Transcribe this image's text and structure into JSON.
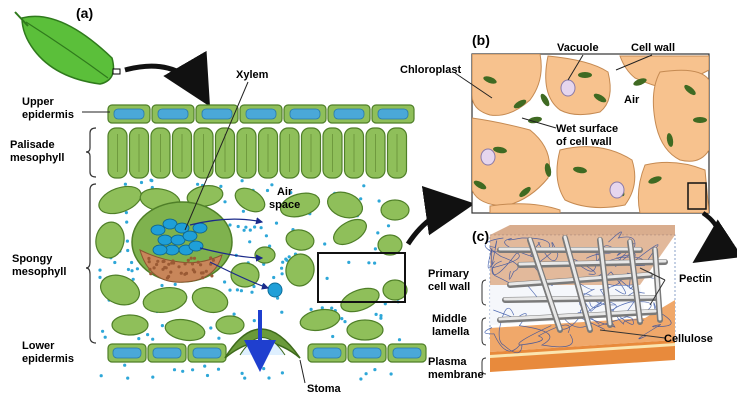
{
  "panels": {
    "a": "(a)",
    "b": "(b)",
    "c": "(c)"
  },
  "panel_a": {
    "upper_epidermis": [
      "Upper",
      "epidermis"
    ],
    "palisade": [
      "Palisade",
      "mesophyll"
    ],
    "spongy": [
      "Spongy",
      "mesophyll"
    ],
    "lower_epidermis": [
      "Lower",
      "epidermis"
    ],
    "xylem": "Xylem",
    "air_space": [
      "Air",
      "space"
    ],
    "stoma": "Stoma"
  },
  "panel_b": {
    "chloroplast": "Chloroplast",
    "vacuole": "Vacuole",
    "cell_wall": "Cell wall",
    "air": "Air",
    "wet_surface": [
      "Wet surface",
      "of cell wall"
    ]
  },
  "panel_c": {
    "primary_cell_wall": [
      "Primary",
      "cell wall"
    ],
    "middle_lamella": [
      "Middle",
      "lamella"
    ],
    "plasma_membrane": [
      "Plasma",
      "membrane"
    ],
    "pectin": "Pectin",
    "cellulose": "Cellulose"
  },
  "colors": {
    "leaf_green": "#5b9e3a",
    "cell_fill": "#8fbf5a",
    "cell_border": "#4f7f28",
    "epidermis_blue": "#4aa8d8",
    "air_dot": "#2ea7d8",
    "xylem_blue": "#1f9fd8",
    "phloem_brown": "#c8865a",
    "cell_orange": "#f7c28e",
    "wet_blue": "#bfe3f2",
    "lamella_orange": "#f0a86a",
    "arrow_dark": "#1a1a1a",
    "stoma_arrow": "#1f3fcf"
  }
}
